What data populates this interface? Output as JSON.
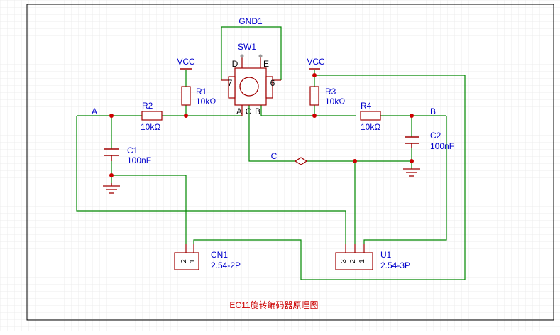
{
  "title": "EC11旋转编码器原理图",
  "components": {
    "sw1": {
      "ref": "SW1",
      "pin_d": "D",
      "pin_e": "E",
      "pin_7": "7",
      "pin_6": "6",
      "pin_a": "A",
      "pin_c": "C",
      "pin_b": "B"
    },
    "gnd1": {
      "ref": "GND1"
    },
    "r1": {
      "ref": "R1",
      "value": "10kΩ"
    },
    "r2": {
      "ref": "R2",
      "value": "10kΩ"
    },
    "r3": {
      "ref": "R3",
      "value": "10kΩ"
    },
    "r4": {
      "ref": "R4",
      "value": "10kΩ"
    },
    "c1": {
      "ref": "C1",
      "value": "100nF"
    },
    "c2": {
      "ref": "C2",
      "value": "100nF"
    },
    "cn1": {
      "ref": "CN1",
      "value": "2.54-2P",
      "pin1": "1",
      "pin2": "2"
    },
    "u1": {
      "ref": "U1",
      "value": "2.54-3P",
      "pin1": "1",
      "pin2": "2",
      "pin3": "3"
    }
  },
  "power": {
    "vcc_left": "VCC",
    "vcc_right": "VCC"
  },
  "nets": {
    "a": "A",
    "b": "B",
    "c": "C"
  },
  "colors": {
    "wire": "#008800",
    "component": "#a00000",
    "text": "#0000cc",
    "junction": "#cc0000",
    "title": "#cc0000",
    "grid": "#ececec"
  }
}
